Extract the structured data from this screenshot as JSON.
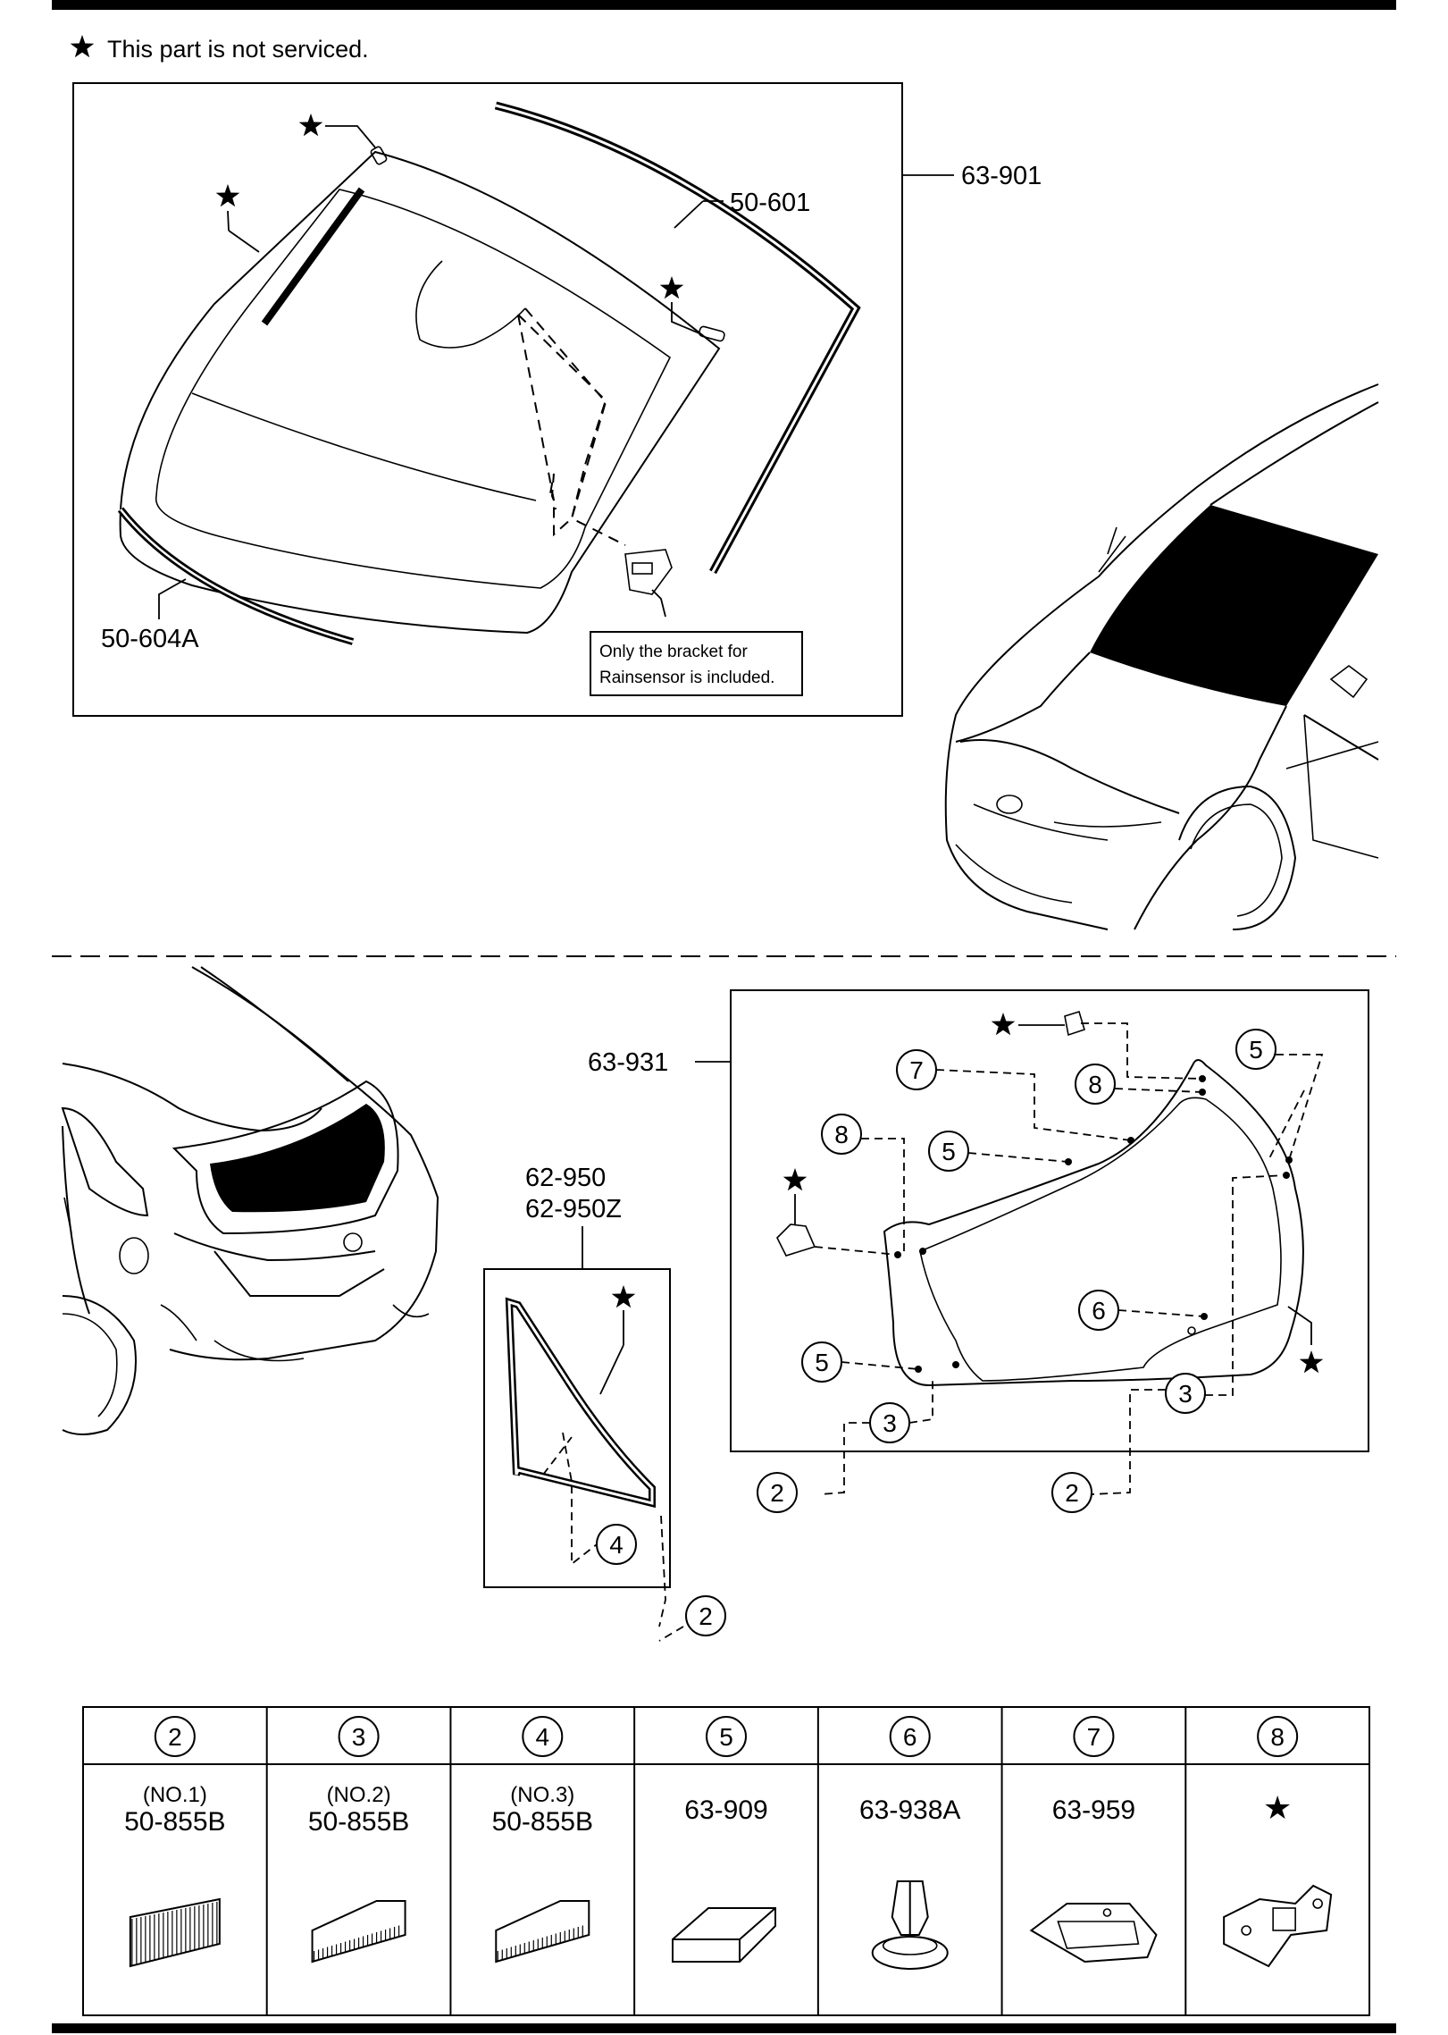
{
  "legend": {
    "star_note": "This part is not serviced."
  },
  "windshield_panel": {
    "part_numbers": {
      "assembly": "63-901",
      "molding": "50-601",
      "lower_molding": "50-604A"
    },
    "note_lines": [
      "Only the bracket for",
      "Rainsensor is included."
    ]
  },
  "rear_panel": {
    "liftgate_glass": "63-931",
    "quarter_glass": [
      "62-950",
      "62-950Z"
    ]
  },
  "callouts": {
    "c2": "2",
    "c3": "3",
    "c4": "4",
    "c5": "5",
    "c6": "6",
    "c7": "7",
    "c8": "8"
  },
  "parts_table": {
    "columns": [
      {
        "ref": "2",
        "sub": "(NO.1)",
        "part": "50-855B",
        "icon": "tape-strip-icon"
      },
      {
        "ref": "3",
        "sub": "(NO.2)",
        "part": "50-855B",
        "icon": "wedge-tape-icon"
      },
      {
        "ref": "4",
        "sub": "(NO.3)",
        "part": "50-855B",
        "icon": "wedge-tape-icon"
      },
      {
        "ref": "5",
        "sub": "",
        "part": "63-909",
        "icon": "spacer-block-icon"
      },
      {
        "ref": "6",
        "sub": "",
        "part": "63-938A",
        "icon": "fastener-clip-icon"
      },
      {
        "ref": "7",
        "sub": "",
        "part": "63-959",
        "icon": "bracket-pad-icon"
      },
      {
        "ref": "8",
        "sub": "",
        "part": "★",
        "icon": "hinge-clip-icon"
      }
    ]
  }
}
